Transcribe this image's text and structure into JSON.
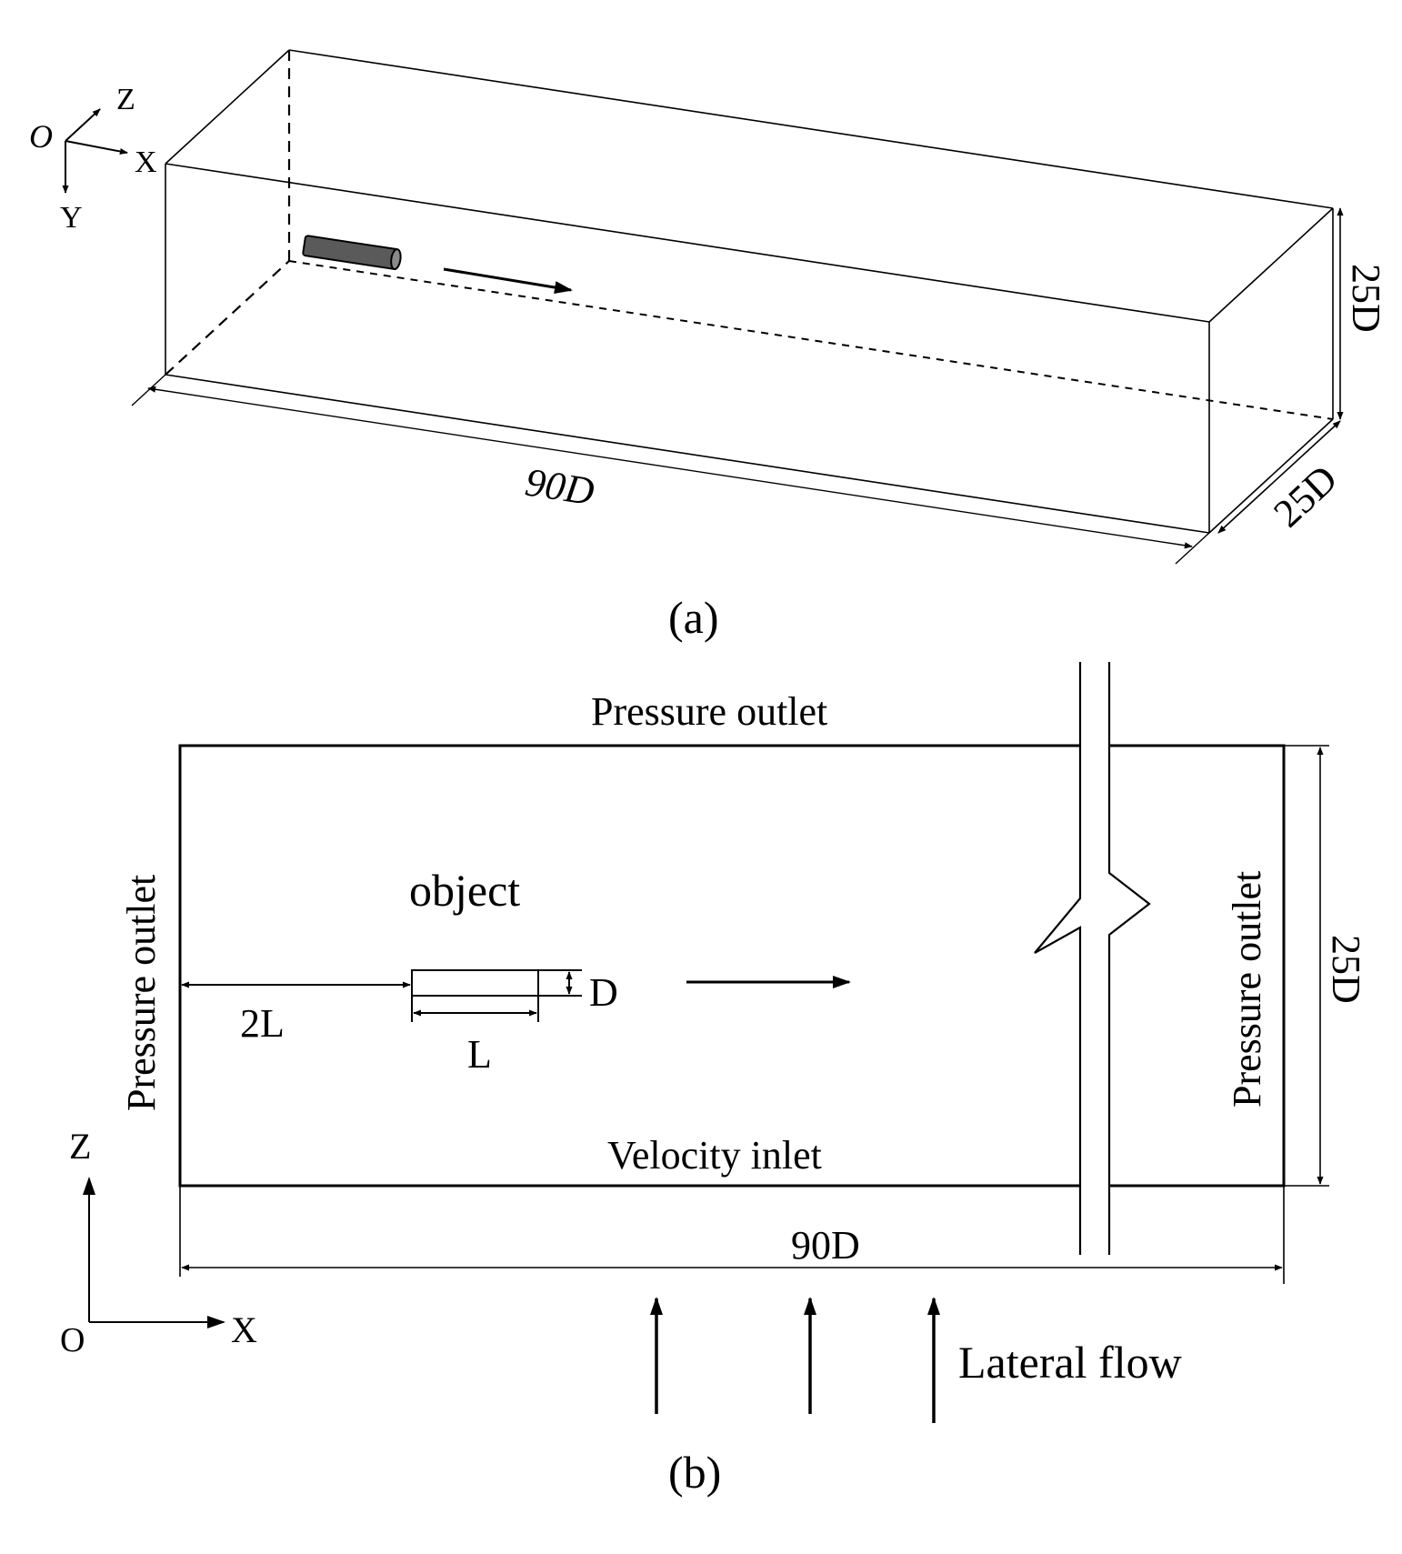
{
  "panel_a": {
    "axis_origin": "O",
    "axis_x": "X",
    "axis_y": "Y",
    "axis_z": "Z",
    "dim_length": "90D",
    "dim_height": "25D",
    "dim_depth": "25D",
    "caption": "(a)"
  },
  "panel_b": {
    "top_boundary": "Pressure outlet",
    "left_boundary": "Pressure outlet",
    "right_boundary": "Pressure outlet",
    "bottom_boundary": "Velocity inlet",
    "object_label": "object",
    "dim_upstream": "2L",
    "dim_object_length": "L",
    "dim_object_diameter": "D",
    "dim_height": "25D",
    "dim_length": "90D",
    "lateral_flow": "Lateral flow",
    "axis_origin": "O",
    "axis_x": "X",
    "axis_z": "Z",
    "caption": "(b)"
  }
}
